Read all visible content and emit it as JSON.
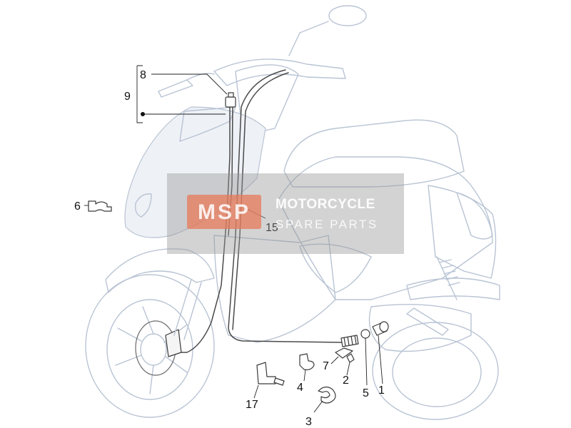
{
  "diagram": {
    "callouts": {
      "c1": "1",
      "c2": "2",
      "c3": "3",
      "c4": "4",
      "c5": "5",
      "c6": "6",
      "c7": "7",
      "c8": "8",
      "c9": "9",
      "c15": "15",
      "c17": "17"
    }
  },
  "watermark": {
    "logo_text": "MSP",
    "line1": "MOTORCYCLE",
    "line2": "SPARE PARTS"
  },
  "colors": {
    "ghost_outline": "#b9c4d4",
    "part_outline": "#3a3a3a",
    "watermark_accent": "#e87a5a"
  }
}
